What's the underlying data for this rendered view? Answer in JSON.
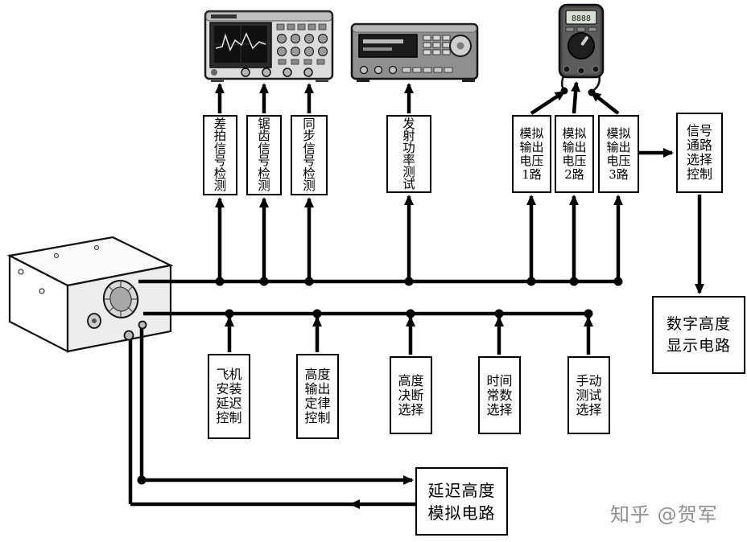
{
  "images": {
    "oscilloscope": "oscilloscope",
    "signal_generator": "signal-generator",
    "multimeter": "handheld-multimeter",
    "device_under_test": "radio-altimeter-unit"
  },
  "instrument_display": {
    "multimeter_lcd": "8888"
  },
  "boxes": {
    "beat_signal": "差\n拍\n信\n号\n检\n测",
    "sawtooth_signal": "锯\n齿\n信\n号\n检\n测",
    "sync_signal": "同\n步\n信\n号\n检\n测",
    "transmit_power": "发\n射\n功\n率\n测\n试",
    "analog_out_1": "模拟\n输出\n电压\n1路",
    "analog_out_2": "模拟\n输出\n电压\n2路",
    "analog_out_3": "模拟\n输出\n电压\n3路",
    "signal_path_select": "信号\n通路\n选择\n控制",
    "digital_altitude_display": "数字高度\n显示电路",
    "aircraft_install_delay": "飞机\n安装\n延迟\n控制",
    "altitude_output_law": "高度\n输出\n定律\n控制",
    "decision_height_select": "高度\n决断\n选择",
    "time_constant_select": "时间\n常数\n选择",
    "manual_test_select": "手动\n测试\n选择",
    "delay_altitude_analog": "延迟高度\n模拟电路"
  },
  "watermark": "知乎 @贺军",
  "colors": {
    "line": "#000000",
    "box_border": "#000000",
    "box_fill": "#ffffff",
    "background": "#ffffff",
    "watermark": "#8f8f8f"
  }
}
